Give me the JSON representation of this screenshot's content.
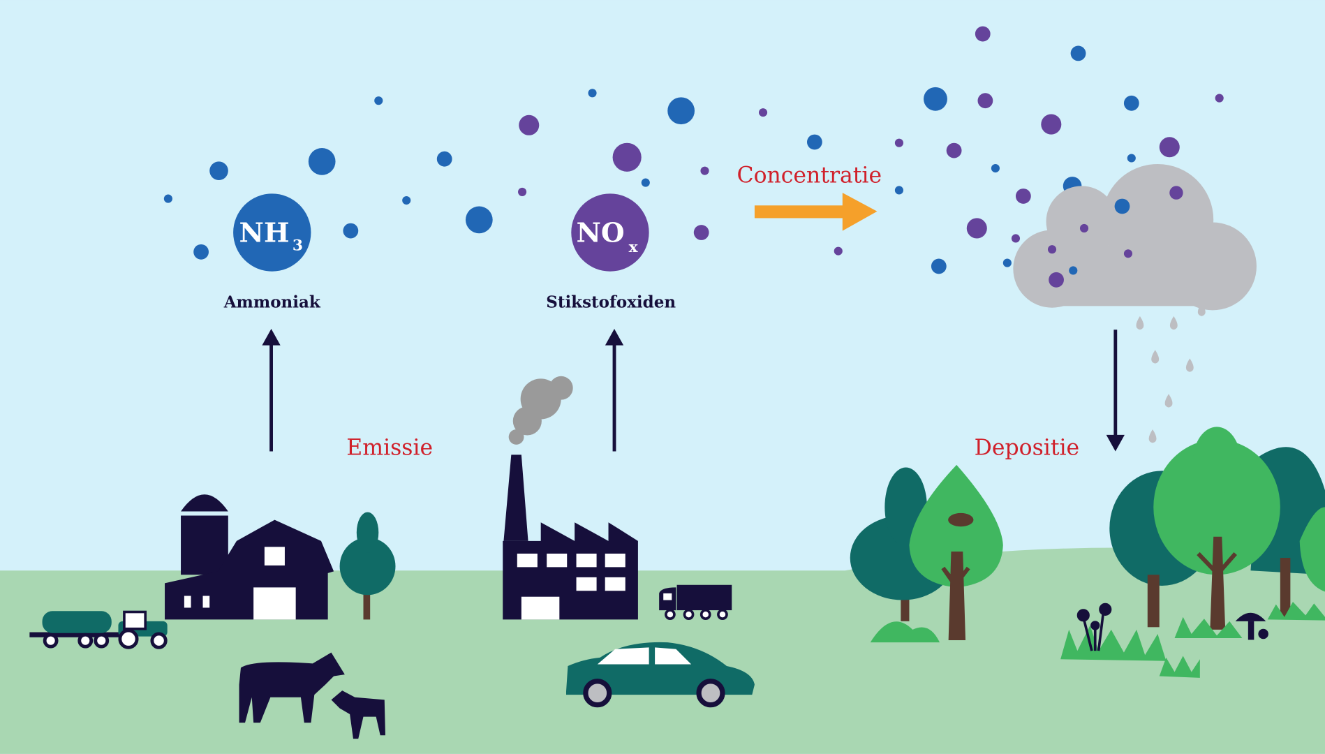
{
  "labels": {
    "nh3_formula": "NH",
    "nh3_sub": "3",
    "nh3_name": "Ammoniak",
    "nox_formula": "NO",
    "nox_sub": "x",
    "nox_name": "Stikstofoxiden",
    "emission": "Emissie",
    "concentration": "Concentratie",
    "deposition": "Depositie"
  },
  "colors": {
    "sky": "#d4f1fa",
    "ground": "#a9d7b2",
    "nh3_blue": "#2167b5",
    "nox_purple": "#65439b",
    "dark": "#160f3b",
    "accent_red": "#d0202a",
    "arrow_orange": "#f5a02a",
    "cloud": "#bdbec2"
  }
}
